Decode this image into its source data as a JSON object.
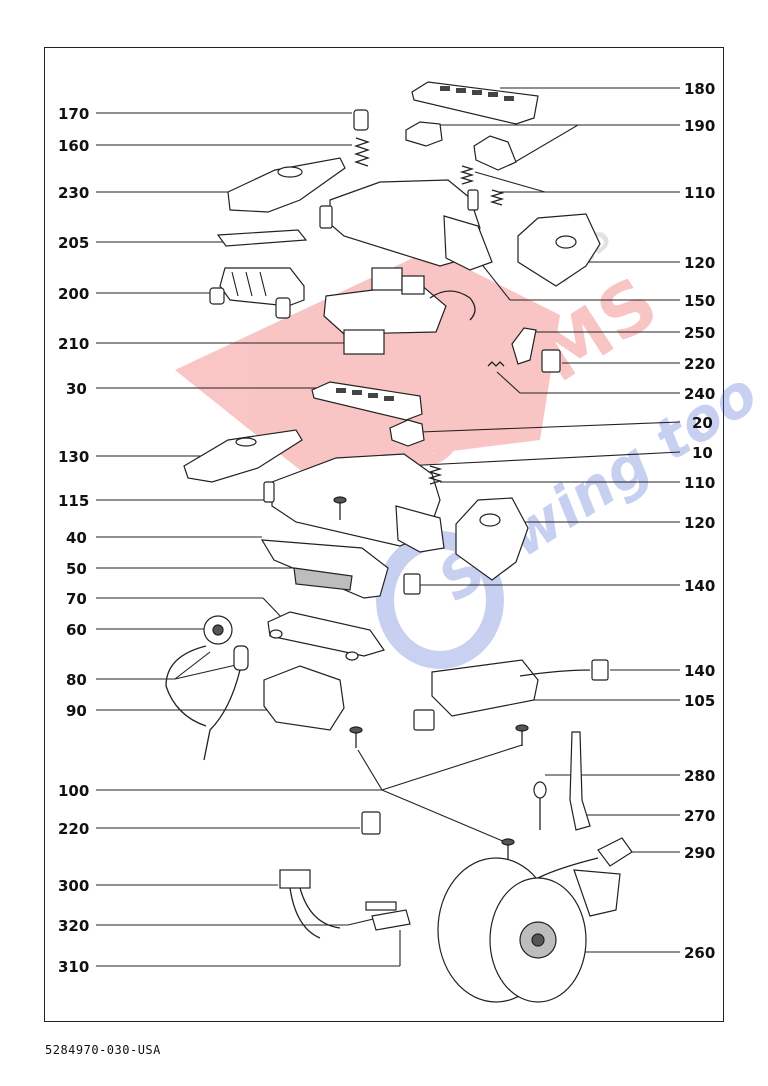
{
  "watermark": {
    "brand_text": "VACUUMS",
    "tagline_text": "Sewing too",
    "minor_text": "AND",
    "color_red": "#e8302f",
    "color_blue": "#3a5bd0"
  },
  "document_code": "5284970-030-USA",
  "left_labels": [
    "170",
    "160",
    "230",
    "205",
    "200",
    "210",
    "30",
    "130",
    "115",
    "40",
    "50",
    "70",
    "60",
    "80",
    "90",
    "100",
    "220",
    "300",
    "320",
    "310"
  ],
  "right_labels": [
    "180",
    "190",
    "110",
    "120",
    "150",
    "250",
    "220",
    "240",
    "20",
    "10",
    "110",
    "120",
    "140",
    "140",
    "105",
    "280",
    "270",
    "290",
    "260"
  ]
}
